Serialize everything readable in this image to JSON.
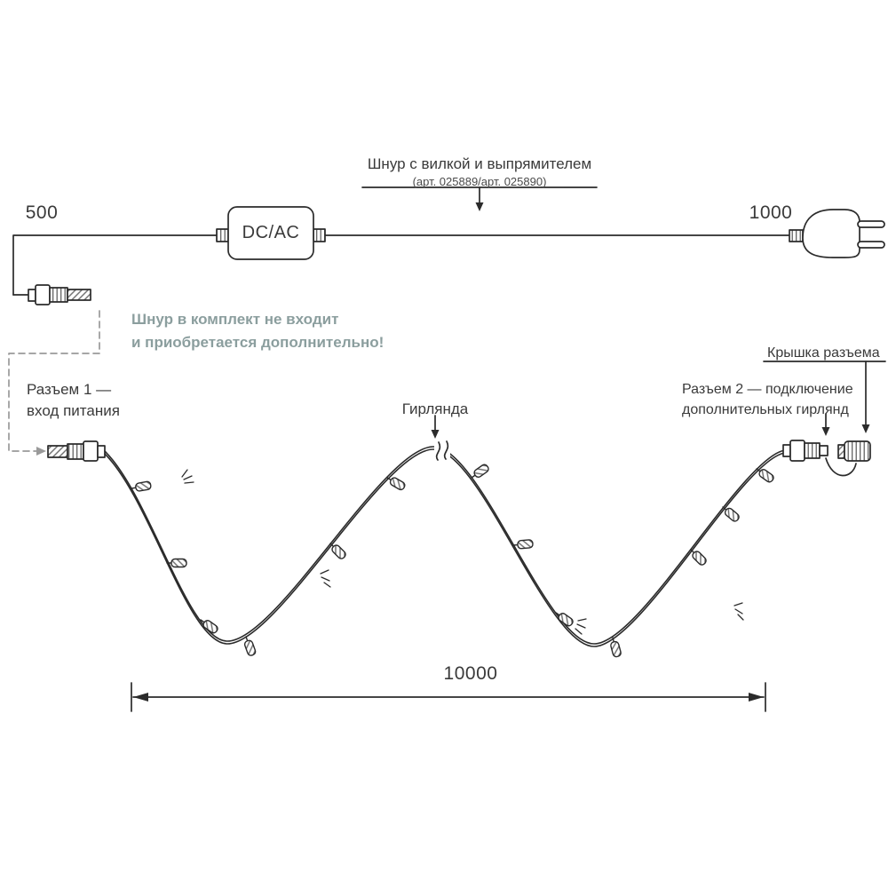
{
  "colors": {
    "line": "#2b2b2b",
    "note": "#8b9e9e"
  },
  "cord": {
    "title": "Шнур с вилкой и выпрямителем",
    "subtitle": "(арт. 025889/арт. 025890)",
    "left_length": "500",
    "right_length": "1000",
    "converter": "DC/AC"
  },
  "note": {
    "line1": "Шнур в комплект не входит",
    "line2": "и приобретается дополнительно!"
  },
  "connector1": {
    "line1": "Разъем 1 —",
    "line2": "вход питания"
  },
  "garland": {
    "label": "Гирлянда",
    "length": "10000"
  },
  "connector2": {
    "line1": "Разъем 2 — подключение",
    "line2": "дополнительных гирлянд"
  },
  "cap": {
    "label": "Крышка разъема"
  }
}
